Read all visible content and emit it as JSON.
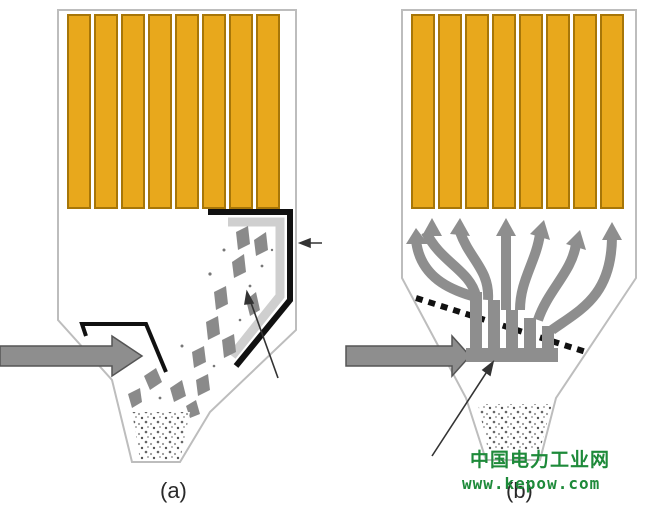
{
  "labels": {
    "a": "(a)",
    "b": "(b)"
  },
  "watermark": {
    "cn": "中国电力工业网",
    "url": "www.kepow.com"
  },
  "colors": {
    "bag": "#e8a81c",
    "bag_edge": "#a77608",
    "outline": "#b8b8b8",
    "flow": "#8e8e8e",
    "wall": "#111111"
  }
}
